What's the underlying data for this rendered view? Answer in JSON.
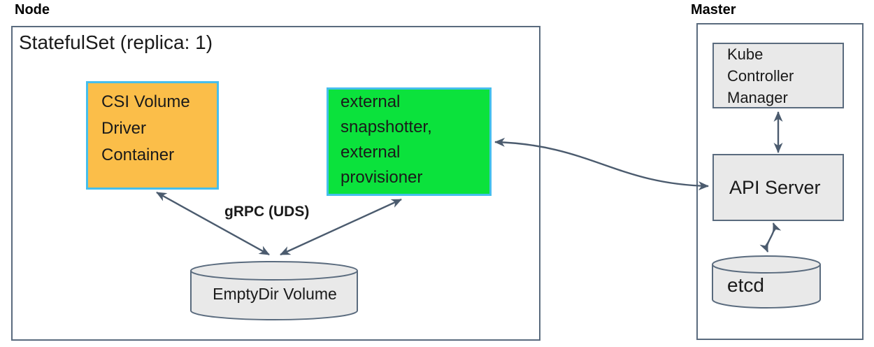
{
  "colors": {
    "csi_box_fill": "#FBBE49",
    "sidecar_box_fill": "#0BE23C",
    "container_border": "#45BEEC",
    "component_fill": "#E9E9E9",
    "boundary_border": "#5A6B7E",
    "arrow": "#4B5B6E"
  },
  "node": {
    "label": "Node",
    "statefulset_title": "StatefulSet (replica: 1)",
    "csi_driver_container": "CSI Volume\nDriver\nContainer",
    "sidecar_containers": "external\nsnapshotter,\nexternal\nprovisioner",
    "grpc_label": "gRPC (UDS)",
    "emptydir_volume": "EmptyDir Volume"
  },
  "master": {
    "label": "Master",
    "kube_controller_manager": "Kube\nController\nManager",
    "api_server": "API Server",
    "etcd": "etcd"
  }
}
